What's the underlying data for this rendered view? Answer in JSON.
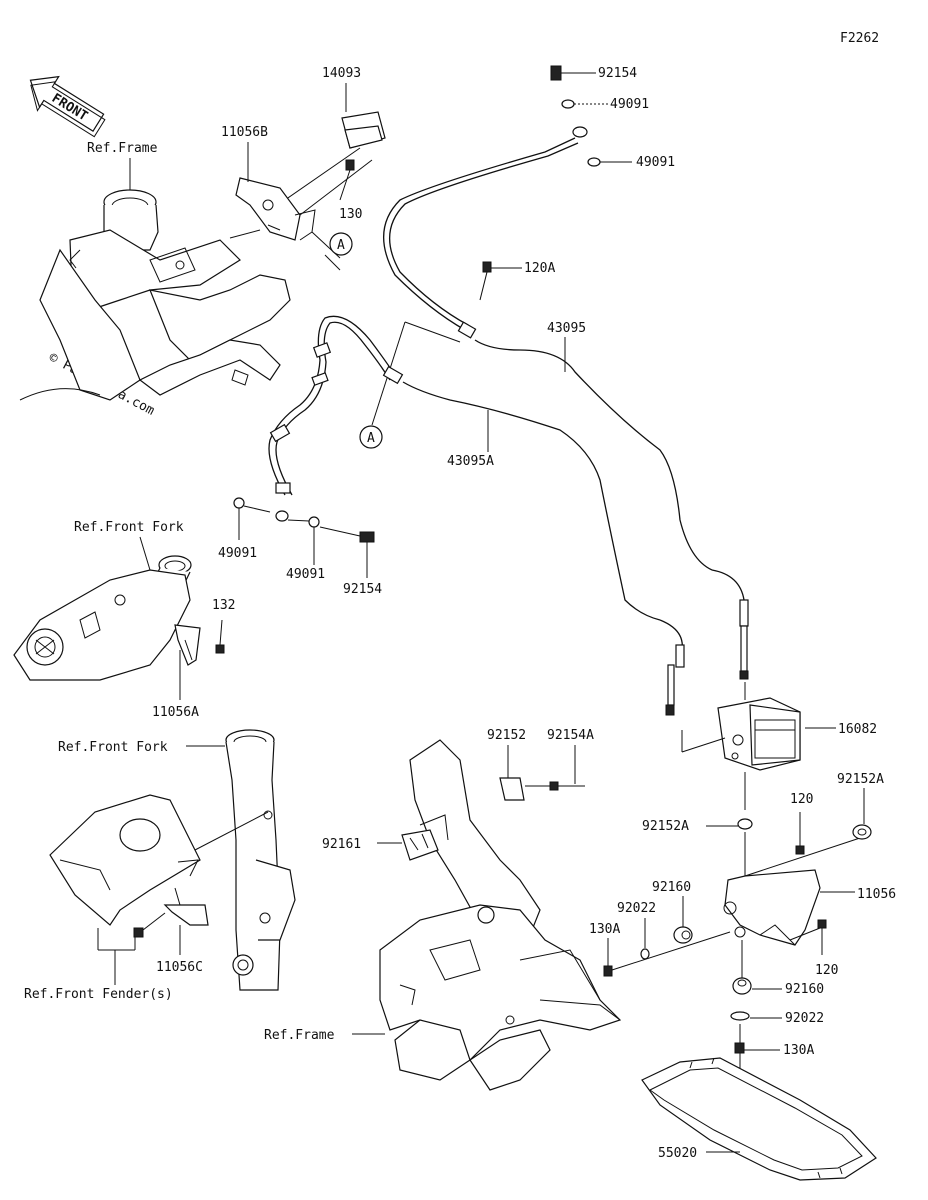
{
  "diagram_id": "F2262",
  "front_label": "FRONT",
  "watermark": "© Partzilla.com",
  "callout_letter": "A",
  "labels": {
    "ref_frame_top": "Ref.Frame",
    "ref_front_fork_1": "Ref.Front Fork",
    "ref_front_fork_2": "Ref.Front Fork",
    "ref_front_fender": "Ref.Front Fender(s)",
    "ref_frame_bottom": "Ref.Frame"
  },
  "parts": {
    "p14093": "14093",
    "p11056B": "11056B",
    "p130_top": "130",
    "p92154_top": "92154",
    "p49091_top1": "49091",
    "p49091_top2": "49091",
    "p120A": "120A",
    "p43095": "43095",
    "p43095A": "43095A",
    "p49091_left1": "49091",
    "p49091_left2": "49091",
    "p92154_left": "92154",
    "p132": "132",
    "p11056A": "11056A",
    "p11056C": "11056C",
    "p92152": "92152",
    "p92154A": "92154A",
    "p92161": "92161",
    "p16082": "16082",
    "p92152A_right": "92152A",
    "p120_top": "120",
    "p92152A_mid": "92152A",
    "p11056": "11056",
    "p92160_top": "92160",
    "p92022_top": "92022",
    "p130A_left": "130A",
    "p120_bottom": "120",
    "p92160_bottom": "92160",
    "p92022_bottom": "92022",
    "p130A_bottom": "130A",
    "p55020": "55020"
  }
}
